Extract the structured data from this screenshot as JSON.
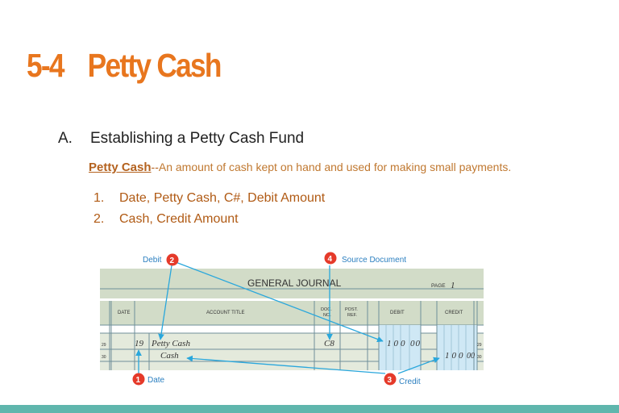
{
  "slide": {
    "title_number": "5-4",
    "title_text": "Petty Cash",
    "outline_marker": "A.",
    "outline_heading": "Establishing a Petty Cash Fund",
    "definition_term": "Petty Cash",
    "definition_separator": "--",
    "definition_text": "An amount of cash kept on hand and used for making small payments.",
    "steps": [
      {
        "number": "1.",
        "text": "Date, Petty Cash, C#, Debit Amount"
      },
      {
        "number": "2.",
        "text": "Cash, Credit Amount"
      }
    ]
  },
  "journal": {
    "title": "GENERAL JOURNAL",
    "page_label": "PAGE",
    "page_number": "1",
    "columns": {
      "date": "DATE",
      "account_title": "ACCOUNT TITLE",
      "doc_line1": "DOC.",
      "doc_line2": "NO.",
      "post_line1": "POST.",
      "post_line2": "REF.",
      "debit": "DEBIT",
      "credit": "CREDIT"
    },
    "rows": [
      {
        "line": "29",
        "day": "19",
        "account": "Petty Cash",
        "doc": "C8",
        "debit": "100",
        "debit_cents": "00",
        "credit": "",
        "credit_cents": ""
      },
      {
        "line": "30",
        "day": "",
        "account": "Cash",
        "doc": "",
        "debit": "",
        "debit_cents": "",
        "credit": "100",
        "credit_cents": "00"
      }
    ],
    "callouts": [
      {
        "number": "1",
        "label": "Date"
      },
      {
        "number": "2",
        "label": "Debit"
      },
      {
        "number": "3",
        "label": "Credit"
      },
      {
        "number": "4",
        "label": "Source Document"
      }
    ],
    "colors": {
      "callout_red": "#e53a2a",
      "arrow_blue": "#2aa7dc",
      "label_blue": "#2b7fc0",
      "table_fill": "#d2dcc8",
      "row_fill": "#e8ede2",
      "highlight_blue": "#cfe8f5"
    }
  }
}
